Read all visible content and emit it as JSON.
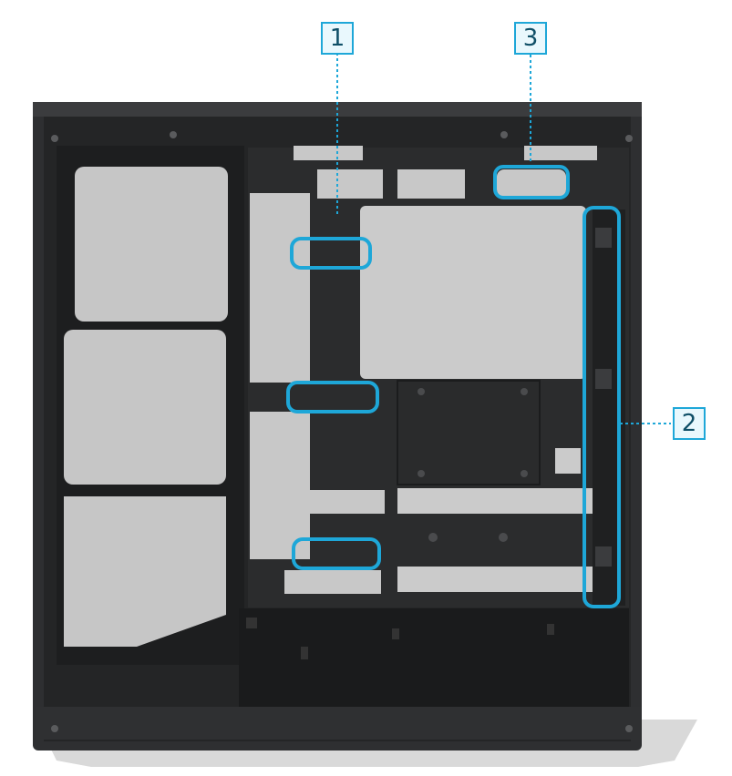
{
  "callouts": [
    {
      "id": "1",
      "label": "1"
    },
    {
      "id": "2",
      "label": "2"
    },
    {
      "id": "3",
      "label": "3"
    }
  ],
  "colors": {
    "accent": "#1ea7d8",
    "callout_fill": "#e9f8fd",
    "panel_dark": "#2a2b2c",
    "panel_mid": "#353638",
    "cutout_gray": "#c6c6c6",
    "frame_light": "#dedede"
  }
}
